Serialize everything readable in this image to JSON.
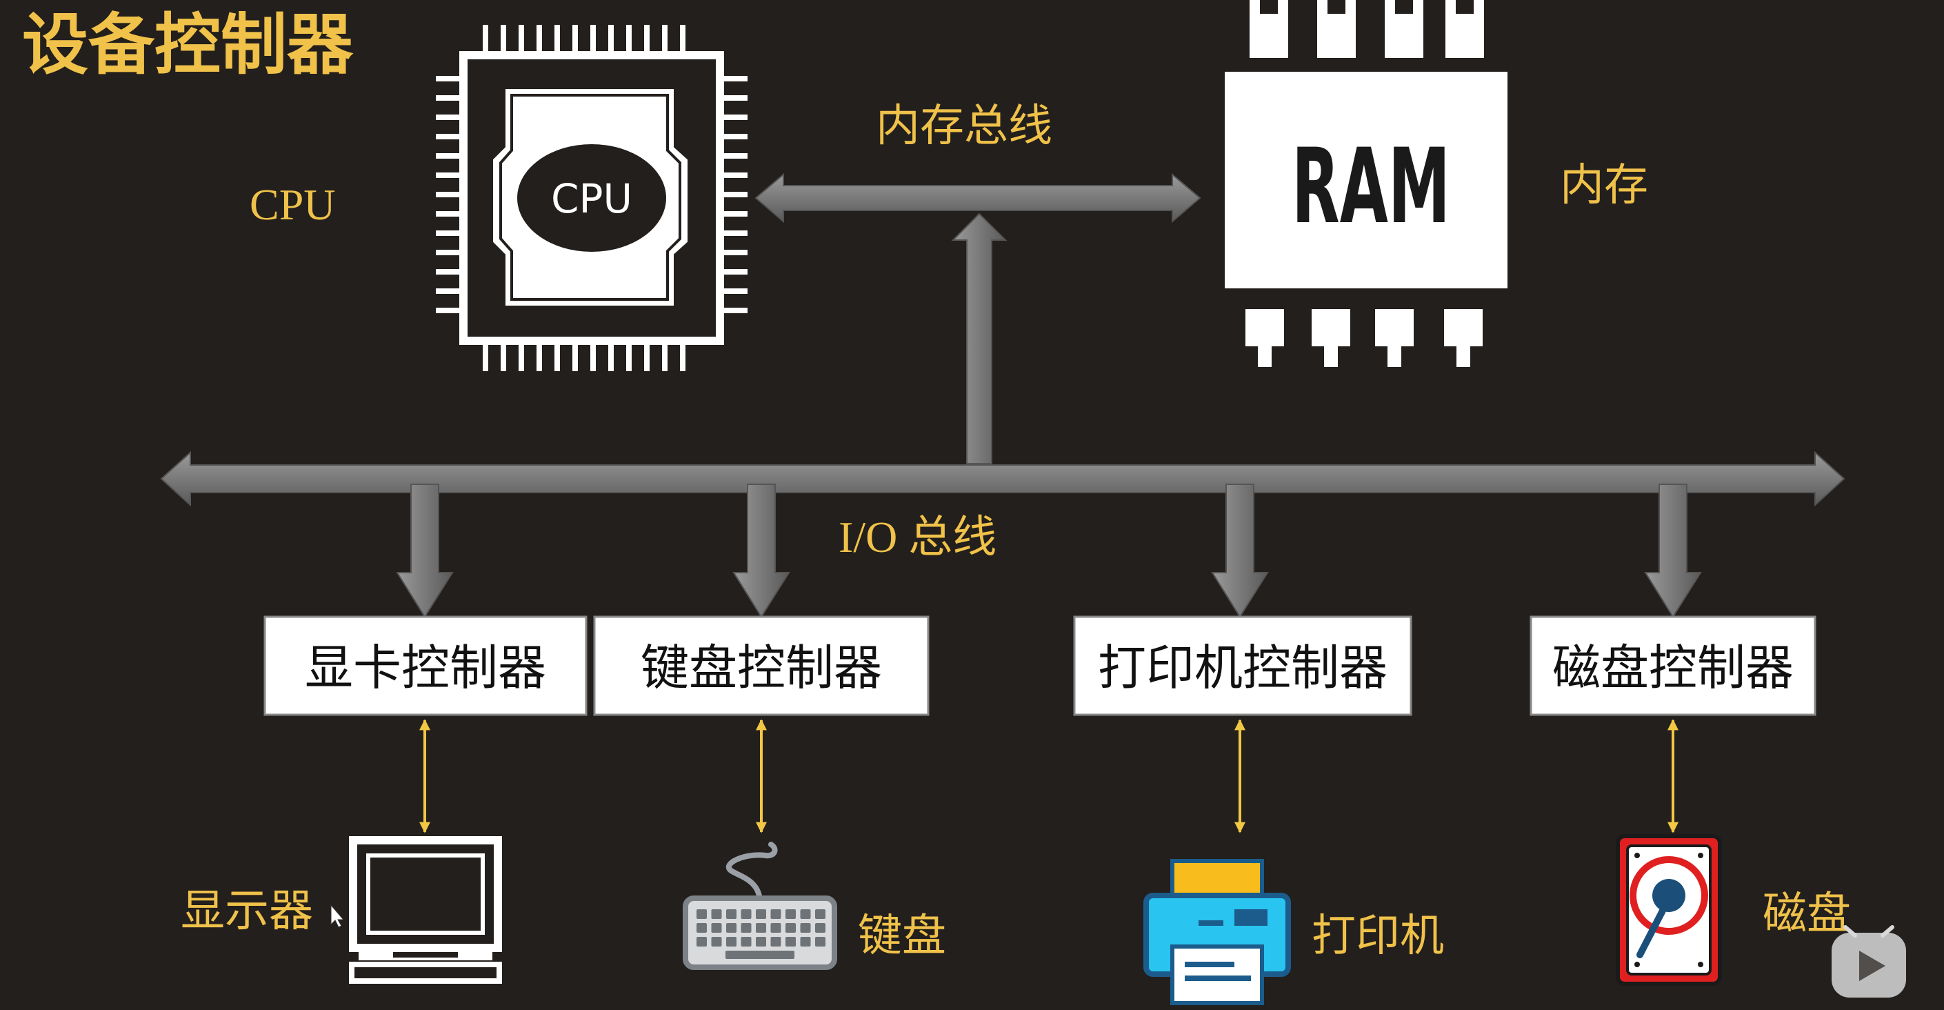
{
  "title": "设备控制器",
  "cpu": {
    "side_label": "CPU",
    "chip_label": "CPU"
  },
  "ram": {
    "chip_label": "RAM",
    "side_label": "内存"
  },
  "memory_bus_label": "内存总线",
  "io_bus_label": "I/O 总线",
  "controllers": [
    {
      "label": "显卡控制器"
    },
    {
      "label": "键盘控制器"
    },
    {
      "label": "打印机控制器"
    },
    {
      "label": "磁盘控制器"
    }
  ],
  "devices": [
    {
      "label": "显示器",
      "icon": "monitor-icon"
    },
    {
      "label": "键盘",
      "icon": "keyboard-icon"
    },
    {
      "label": "打印机",
      "icon": "printer-icon"
    },
    {
      "label": "磁盘",
      "icon": "hard-disk-icon"
    }
  ],
  "colors": {
    "background": "#231f1c",
    "accent_text": "#f0c24a",
    "bus_gray": "#7e7e7e",
    "link_yellow": "#f2c744",
    "box_fill": "#ffffff",
    "box_text": "#111111",
    "printer_cyan": "#29c4f0",
    "printer_yellow": "#f8bd1c",
    "disk_red": "#e02020"
  }
}
